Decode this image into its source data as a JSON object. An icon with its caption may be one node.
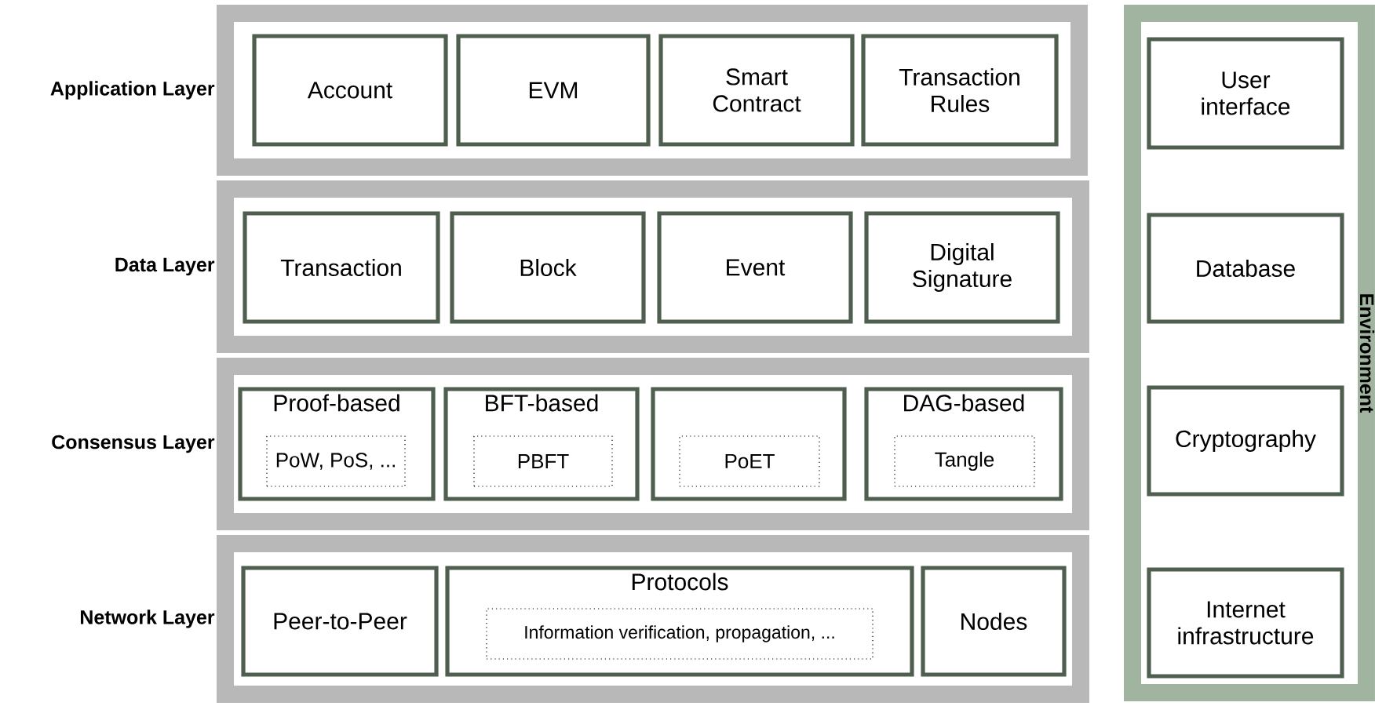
{
  "diagram": {
    "nodes": [
      {
        "text": [
          "Application Layer"
        ]
      },
      {
        "text": [
          "Account"
        ],
        "in": 0
      },
      {
        "text": [
          "EVM"
        ],
        "in": 0
      },
      {
        "text": [
          "Smart Contract"
        ],
        "in": 0
      },
      {
        "text": [
          "Transaction Rules"
        ],
        "in": 0
      },
      {
        "text": [
          "Data Layer"
        ]
      },
      {
        "text": [
          "Transaction"
        ],
        "in": 5
      },
      {
        "text": [
          "Block"
        ],
        "in": 5
      },
      {
        "text": [
          "Event"
        ],
        "in": 5
      },
      {
        "text": [
          "Digital Signature"
        ],
        "in": 5
      },
      {
        "text": [
          "Consensus Layer"
        ]
      },
      {
        "text": [
          "Proof-based"
        ],
        "in": 10
      },
      {
        "text": [
          "PoW, PoS, ..."
        ],
        "in": 11
      },
      {
        "text": [
          "BFT-based"
        ],
        "in": 10
      },
      {
        "text": [
          "PBFT"
        ],
        "in": 13
      },
      {
        "text": [],
        "shape": "box",
        "in": 10
      },
      {
        "text": [
          "PoET"
        ],
        "in": 15
      },
      {
        "text": [
          "DAG-based"
        ],
        "in": 10
      },
      {
        "text": [
          "Tangle"
        ],
        "in": 17
      },
      {
        "text": [
          "Network Layer"
        ]
      },
      {
        "text": [
          "Peer-to-Peer"
        ],
        "in": 19
      },
      {
        "text": [
          "Protocols"
        ],
        "in": 19
      },
      {
        "text": [
          "Information verification, propagation, ..."
        ],
        "in": 21
      },
      {
        "text": [
          "Nodes"
        ],
        "in": 19
      },
      {
        "text": [
          "Environment"
        ]
      },
      {
        "text": [
          "User interface"
        ],
        "in": 24
      },
      {
        "text": [
          "Database"
        ],
        "in": 24
      },
      {
        "text": [
          "Cryptography"
        ],
        "in": 24
      },
      {
        "text": [
          "Internet infrastructure"
        ],
        "in": 24
      }
    ]
  }
}
